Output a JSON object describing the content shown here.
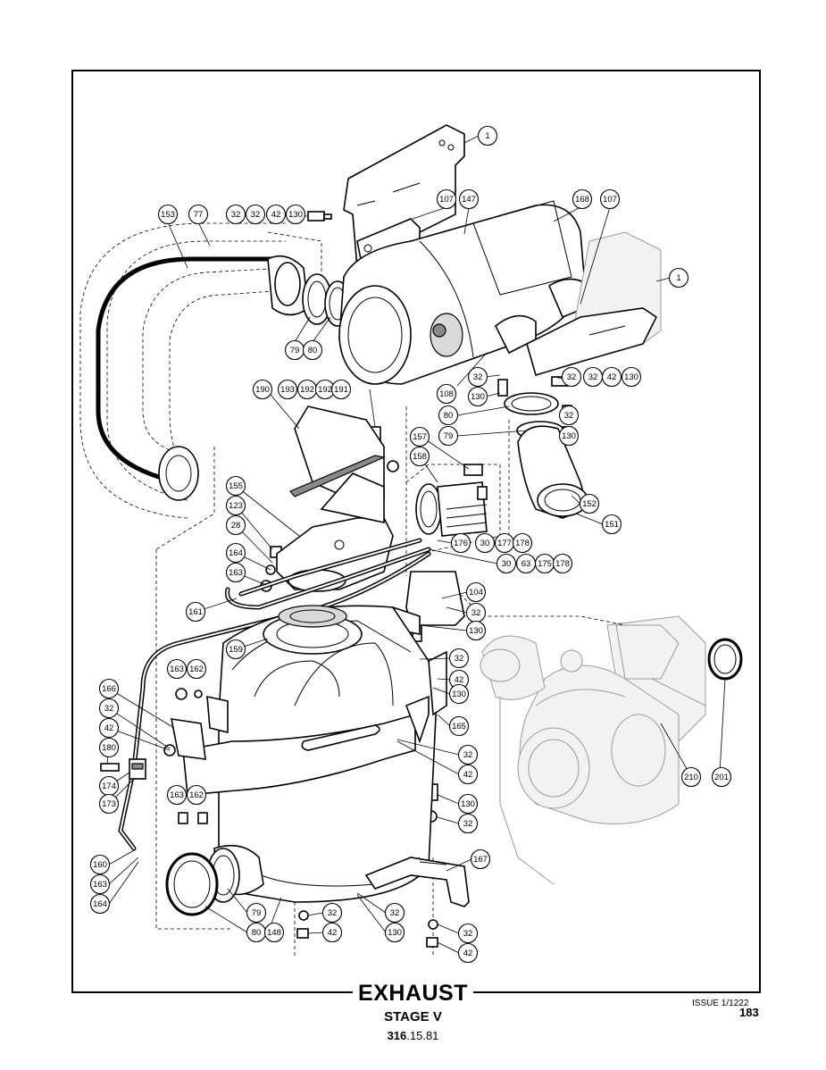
{
  "title": "EXHAUST",
  "subtitle": "STAGE V",
  "ref_bold": "316",
  "ref_rest": ".15.81",
  "issue": "ISSUE 1/1222",
  "page_number": "183",
  "callouts": [
    "1",
    "1",
    "153",
    "77",
    "32",
    "32",
    "42",
    "130",
    "107",
    "147",
    "168",
    "107",
    "79",
    "80",
    "32",
    "130",
    "108",
    "80",
    "79",
    "32",
    "32",
    "42",
    "130",
    "32",
    "130",
    "190",
    "193",
    "192",
    "192",
    "191",
    "157",
    "158",
    "152",
    "151",
    "155",
    "123",
    "28",
    "164",
    "163",
    "161",
    "159",
    "176",
    "30",
    "177",
    "178",
    "30",
    "63",
    "175",
    "178",
    "104",
    "32",
    "130",
    "32",
    "42",
    "130",
    "163",
    "162",
    "166",
    "32",
    "42",
    "180",
    "174",
    "173",
    "165",
    "32",
    "42",
    "130",
    "32",
    "163",
    "162",
    "160",
    "163",
    "164",
    "167",
    "79",
    "80",
    "148",
    "32",
    "42",
    "130",
    "32",
    "32",
    "42",
    "210",
    "201"
  ]
}
